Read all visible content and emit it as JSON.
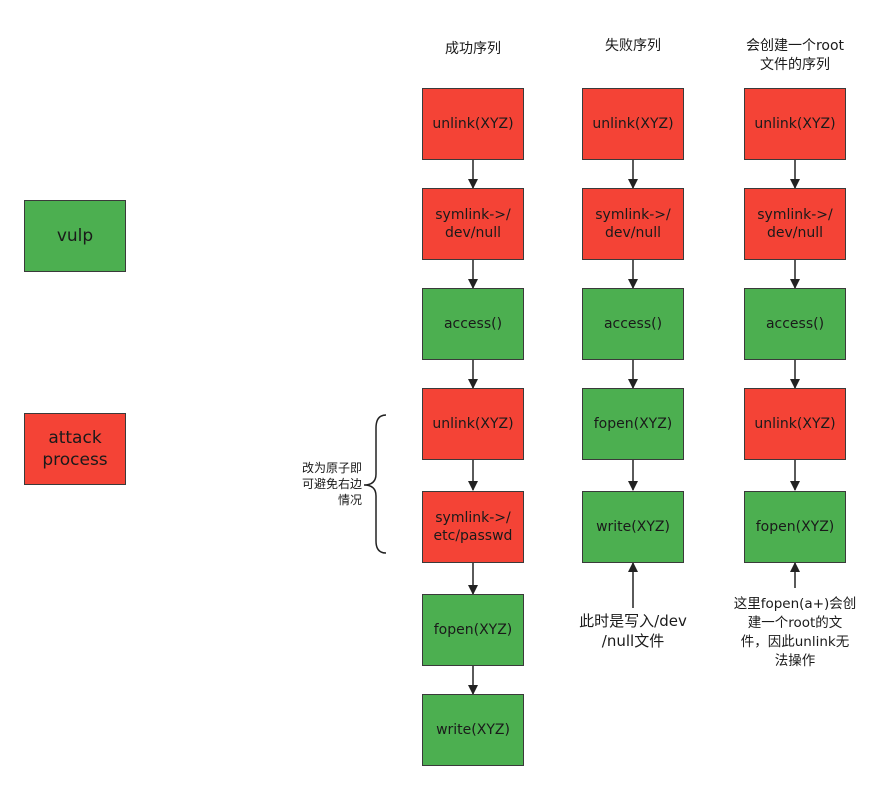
{
  "legend": {
    "vulp": "vulp",
    "attack": "attack\nprocess",
    "colors": {
      "vulp": "#4caf50",
      "attack": "#f44336"
    }
  },
  "columns": [
    {
      "title": "成功序列",
      "steps": [
        {
          "label": "unlink(XYZ)",
          "kind": "attack"
        },
        {
          "label": "symlink->/\ndev/null",
          "kind": "attack"
        },
        {
          "label": "access()",
          "kind": "vulp"
        },
        {
          "label": "unlink(XYZ)",
          "kind": "attack"
        },
        {
          "label": "symlink->/\netc/passwd",
          "kind": "attack"
        },
        {
          "label": "fopen(XYZ)",
          "kind": "vulp"
        },
        {
          "label": "write(XYZ)",
          "kind": "vulp"
        }
      ]
    },
    {
      "title": "失败序列",
      "steps": [
        {
          "label": "unlink(XYZ)",
          "kind": "attack"
        },
        {
          "label": "symlink->/\ndev/null",
          "kind": "attack"
        },
        {
          "label": "access()",
          "kind": "vulp"
        },
        {
          "label": "fopen(XYZ)",
          "kind": "vulp"
        },
        {
          "label": "write(XYZ)",
          "kind": "vulp"
        }
      ]
    },
    {
      "title": "会创建一个root\n文件的序列",
      "steps": [
        {
          "label": "unlink(XYZ)",
          "kind": "attack"
        },
        {
          "label": "symlink->/\ndev/null",
          "kind": "attack"
        },
        {
          "label": "access()",
          "kind": "vulp"
        },
        {
          "label": "unlink(XYZ)",
          "kind": "attack"
        },
        {
          "label": "fopen(XYZ)",
          "kind": "vulp"
        }
      ]
    }
  ],
  "annotations": {
    "brace_note": "改为原子即\n可避免右边\n情况",
    "fail_note": "此时是写入/dev\n/null文件",
    "root_note": "这里fopen(a+)会创\n建一个root的文\n件，因此unlink无\n法操作"
  }
}
